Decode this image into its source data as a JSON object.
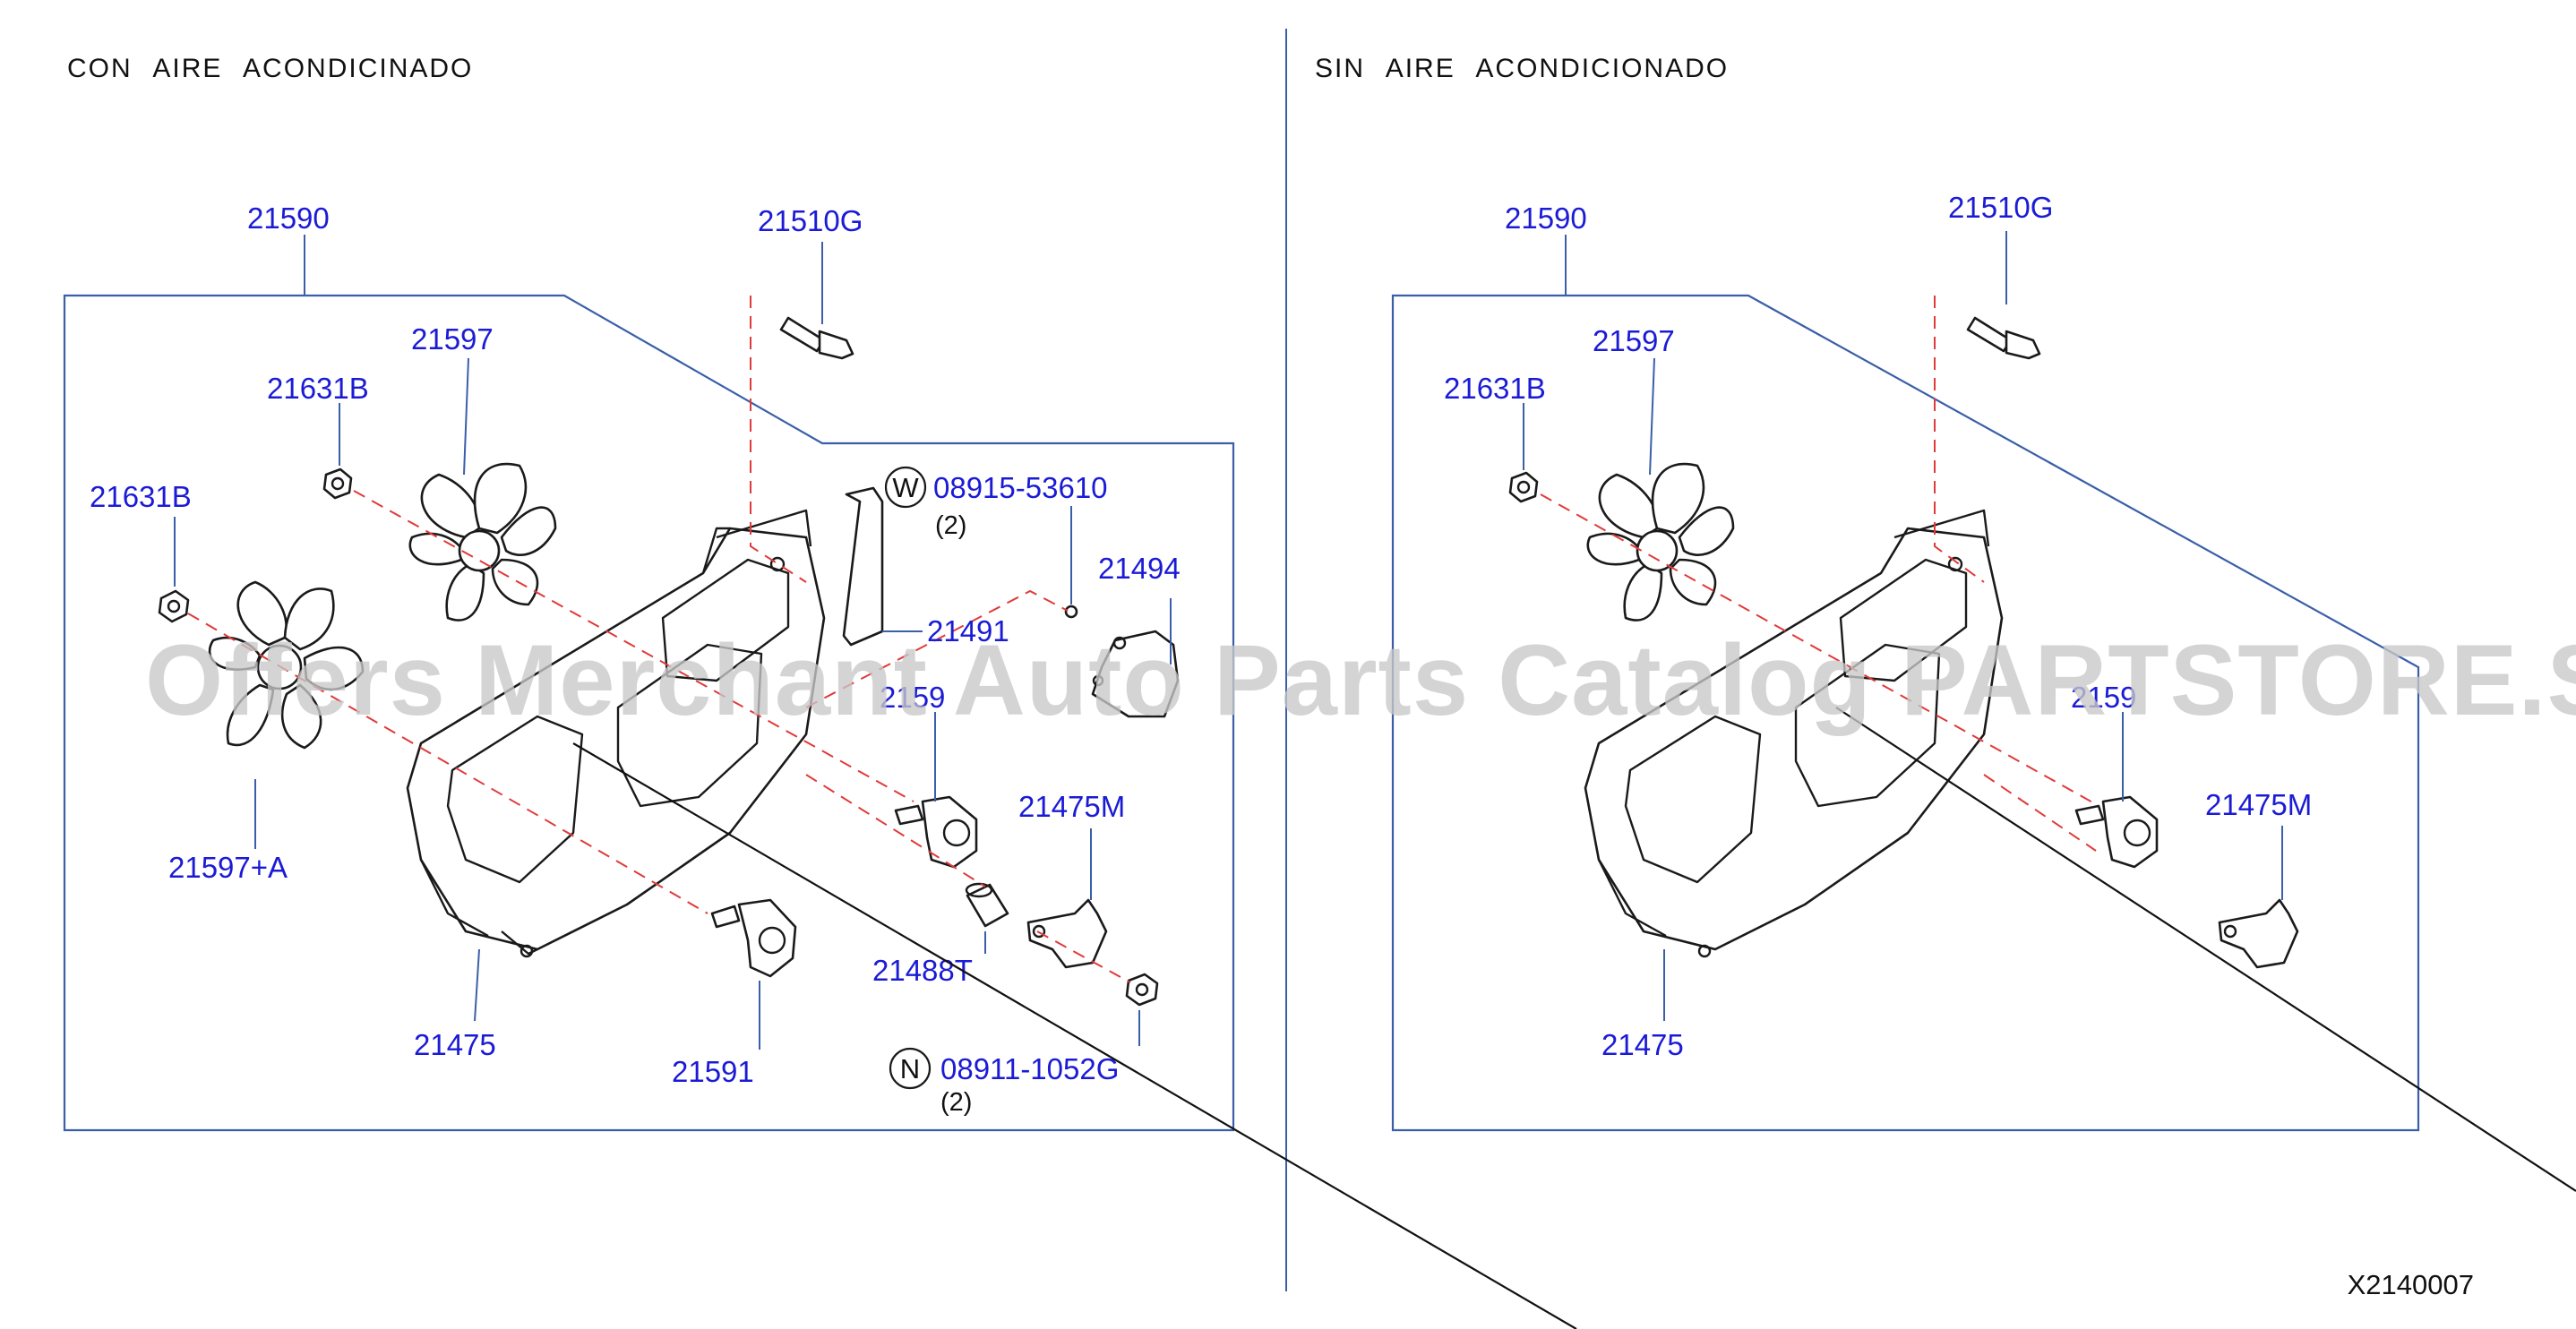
{
  "sections": {
    "left": {
      "title": "CON   AIRE   ACONDICINADO",
      "labels": {
        "shroud_assy": "21590",
        "bolt": "21510G",
        "fan_upper": "21597",
        "nut_upper": "21631B",
        "nut_lower": "21631B",
        "washer_code": "08915-53610",
        "washer_qty": "(2)",
        "bracket": "21494",
        "plate": "21491",
        "motor_upper": "2159",
        "clip": "21475M",
        "fan_lower": "21597+A",
        "bushing": "21488T",
        "shroud": "21475",
        "motor_lower": "21591",
        "nut_n_code": "08911-1052G",
        "nut_n_qty": "(2)"
      },
      "symbols": {
        "washer": "W",
        "nut": "N"
      }
    },
    "right": {
      "title": "SIN   AIRE   ACONDICIONADO",
      "labels": {
        "shroud_assy": "21590",
        "bolt": "21510G",
        "fan": "21597",
        "nut": "21631B",
        "motor": "2159",
        "clip": "21475M",
        "shroud": "21475"
      }
    }
  },
  "watermark": "Offers Merchant Auto Parts Catalog PARTSTORE.SA",
  "diagram_ref": "X2140007",
  "colors": {
    "label": "#1b1bd6",
    "frame": "#3a5fa8",
    "dash": "#e03a3a",
    "line": "#1a1a1a"
  }
}
